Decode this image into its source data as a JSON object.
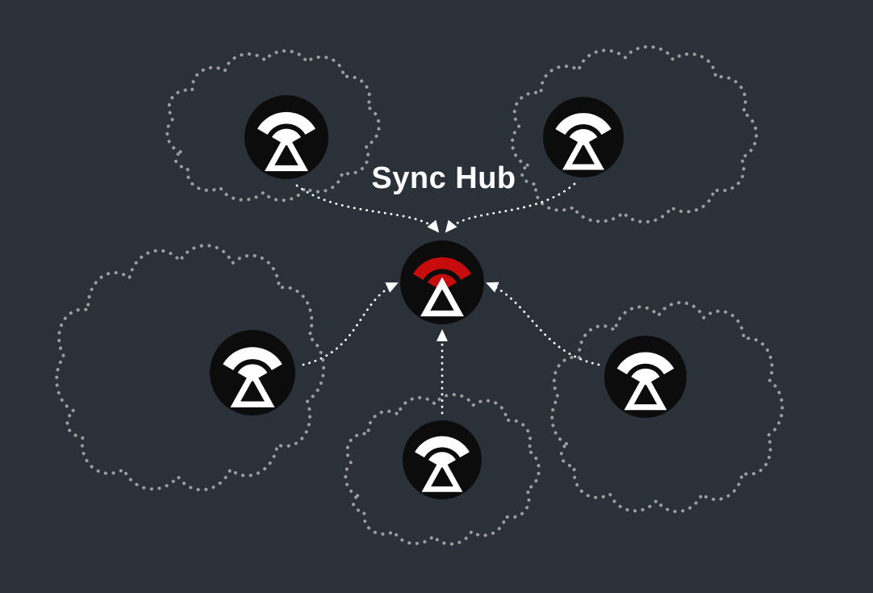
{
  "diagram": {
    "title": "Sync Hub",
    "device_count": 5,
    "hub": {
      "icon": "sync-hub-icon",
      "accent_color": "#c60c0c"
    },
    "devices": [
      {
        "id": "top-left",
        "icon": "sync-device-icon"
      },
      {
        "id": "top-right",
        "icon": "sync-device-icon"
      },
      {
        "id": "middle-left",
        "icon": "sync-device-icon"
      },
      {
        "id": "middle-right",
        "icon": "sync-device-icon"
      },
      {
        "id": "bottom-center",
        "icon": "sync-device-icon"
      }
    ],
    "connections": [
      {
        "from": "top-left",
        "to": "hub"
      },
      {
        "from": "top-right",
        "to": "hub"
      },
      {
        "from": "middle-left",
        "to": "hub"
      },
      {
        "from": "middle-right",
        "to": "hub"
      },
      {
        "from": "bottom-center",
        "to": "hub"
      }
    ],
    "colors": {
      "background": "#2b3138",
      "cloud_outline": "#9c9c9c",
      "arrow": "#ffffff",
      "icon_background": "#0c0c0c",
      "icon_foreground": "#ffffff",
      "hub_accent": "#c60c0c",
      "title": "#ffffff"
    }
  }
}
